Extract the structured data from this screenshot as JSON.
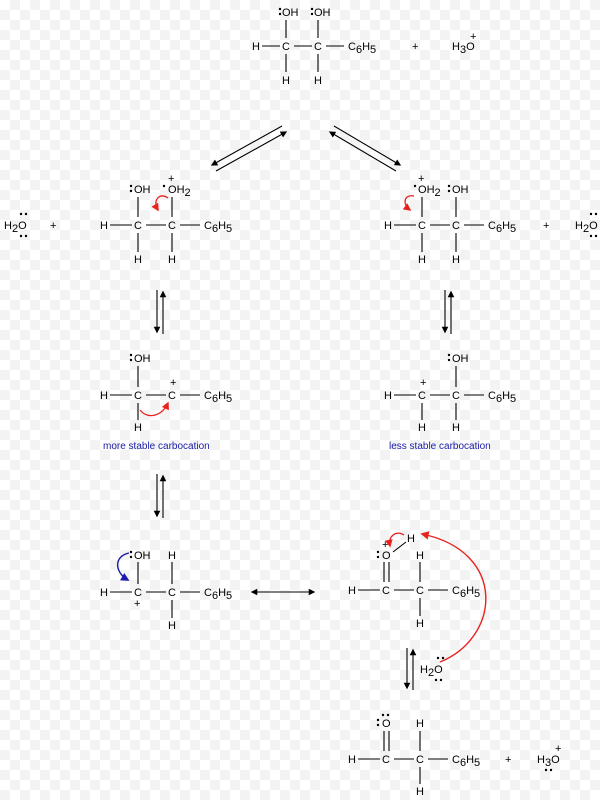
{
  "diagram": {
    "labels": {
      "H": "H",
      "C": "C",
      "O": "O",
      "plus": "+",
      "hydroxyl": "OH",
      "water_H": "H",
      "water_O": "O",
      "hydronium_H": "H",
      "hydronium_O": "O",
      "sub_2": "2",
      "sub_3": "3",
      "phenyl_C": "C",
      "phenyl_H": "H",
      "sub_6": "6",
      "sub_5": "5"
    },
    "captions": {
      "left": "more stable carbocation",
      "right": "less stable carbocation"
    },
    "colors": {
      "bond": "#000000",
      "red_arrow": "#e8231f",
      "blue_arrow": "#1a1aa8",
      "caption": "#1a1aa8"
    }
  }
}
